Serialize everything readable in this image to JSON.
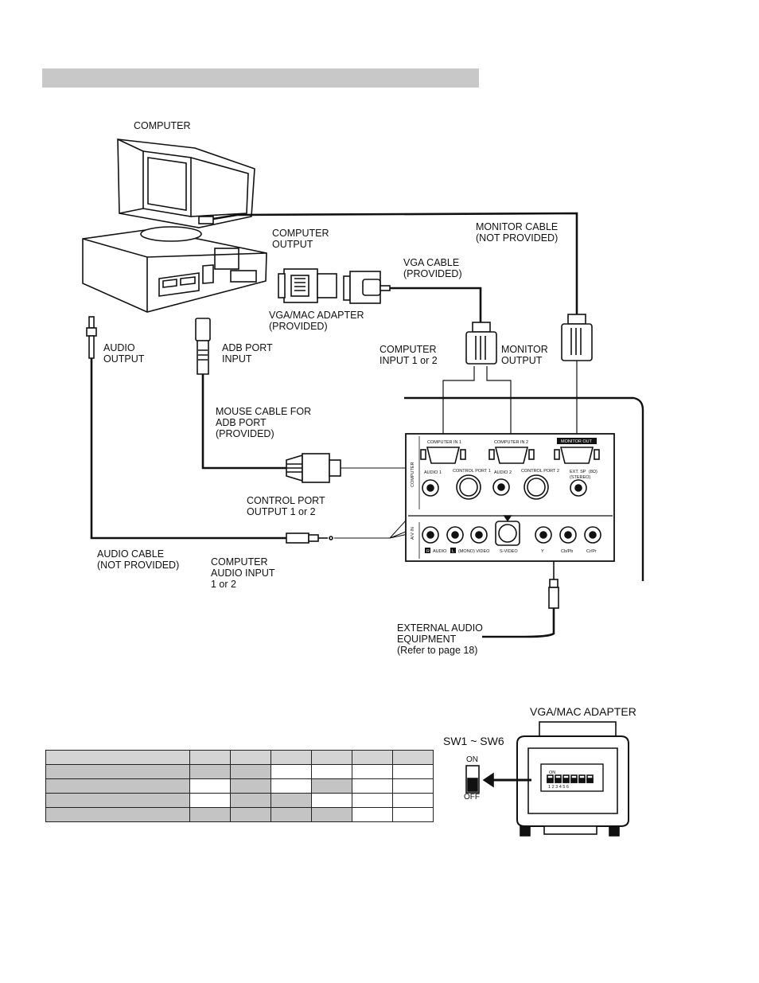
{
  "labels": {
    "computer": "COMPUTER",
    "computer_output": "COMPUTER\nOUTPUT",
    "monitor_cable": "MONITOR CABLE\n(NOT PROVIDED)",
    "vga_cable": "VGA CABLE\n(PROVIDED)",
    "vga_mac_adapter": "VGA/MAC ADAPTER\n(PROVIDED)",
    "audio_output": "AUDIO\nOUTPUT",
    "adb_port_input": "ADB PORT\nINPUT",
    "computer_input": "COMPUTER\nINPUT 1 or 2",
    "monitor_output": "MONITOR\nOUTPUT",
    "mouse_cable": "MOUSE CABLE FOR\nADB PORT\n(PROVIDED)",
    "control_port_output": "CONTROL PORT\nOUTPUT 1 or 2",
    "audio_cable": "AUDIO CABLE\n(NOT PROVIDED)",
    "computer_audio_input": "COMPUTER\nAUDIO INPUT\n1 or 2",
    "external_audio": "EXTERNAL AUDIO\nEQUIPMENT\n(Refer to page 18)",
    "adapter_title": "VGA/MAC ADAPTER",
    "sw_range": "SW1 ~ SW6",
    "on": "ON",
    "off": "OFF"
  },
  "panel": {
    "computer_in_1": "COMPUTER IN 1",
    "computer_in_2": "COMPUTER IN 2",
    "monitor_out": "MONITOR OUT",
    "control_port_1": "CONTROL PORT 1",
    "control_port_2": "CONTROL PORT 2",
    "audio_1": "AUDIO 1",
    "audio_2": "AUDIO 2",
    "stereo": "(STEREO)",
    "ext_sp": "EXT. SP",
    "ext_sp_unit": "(8Ω)",
    "computer_side": "COMPUTER",
    "av_side": "A/V IN",
    "r_audio": "AUDIO",
    "r_mark": "R",
    "l_mark": "L",
    "mono_video": "(MONO)  VIDEO",
    "s_video": "S-VIDEO",
    "y": "Y",
    "cb_pb": "Cb/Pb",
    "cr_pr": "Cr/Pr"
  },
  "adapter_switches": "1 2 3 4 5 6",
  "switch_table": {
    "rows": [
      [
        "g",
        "g",
        "g",
        "g",
        "g",
        "g",
        "g"
      ],
      [
        "g",
        "g",
        "g",
        "w",
        "w",
        "w",
        "w"
      ],
      [
        "g",
        "w",
        "g",
        "w",
        "g",
        "w",
        "w"
      ],
      [
        "g",
        "w",
        "g",
        "g",
        "w",
        "w",
        "w"
      ],
      [
        "g",
        "g",
        "g",
        "g",
        "g",
        "w",
        "w"
      ]
    ]
  }
}
